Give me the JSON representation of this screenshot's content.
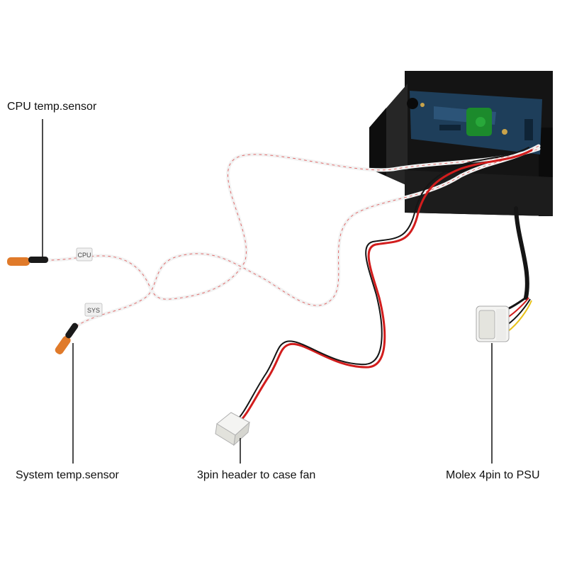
{
  "labels": {
    "cpu_sensor": "CPU temp.sensor",
    "system_sensor": "System temp.sensor",
    "fan_header": "3pin header to case fan",
    "molex": "Molex 4pin to PSU"
  },
  "cable_tags": {
    "cpu": "CPU",
    "system": "SYS"
  },
  "colors": {
    "background": "#ffffff",
    "text": "#111111",
    "leader_line": "#111111",
    "panel_body": "#141414",
    "pcb": "#1e3e5a",
    "lcd": "#1c8a2c",
    "sensor_wire": "#f2f2f2",
    "sensor_trace": "#e06a6a",
    "fan_wire_red": "#d21d1d",
    "fan_wire_black": "#151515",
    "sensor_probe": "#e07a2a",
    "connector": "#f4f4f2"
  }
}
